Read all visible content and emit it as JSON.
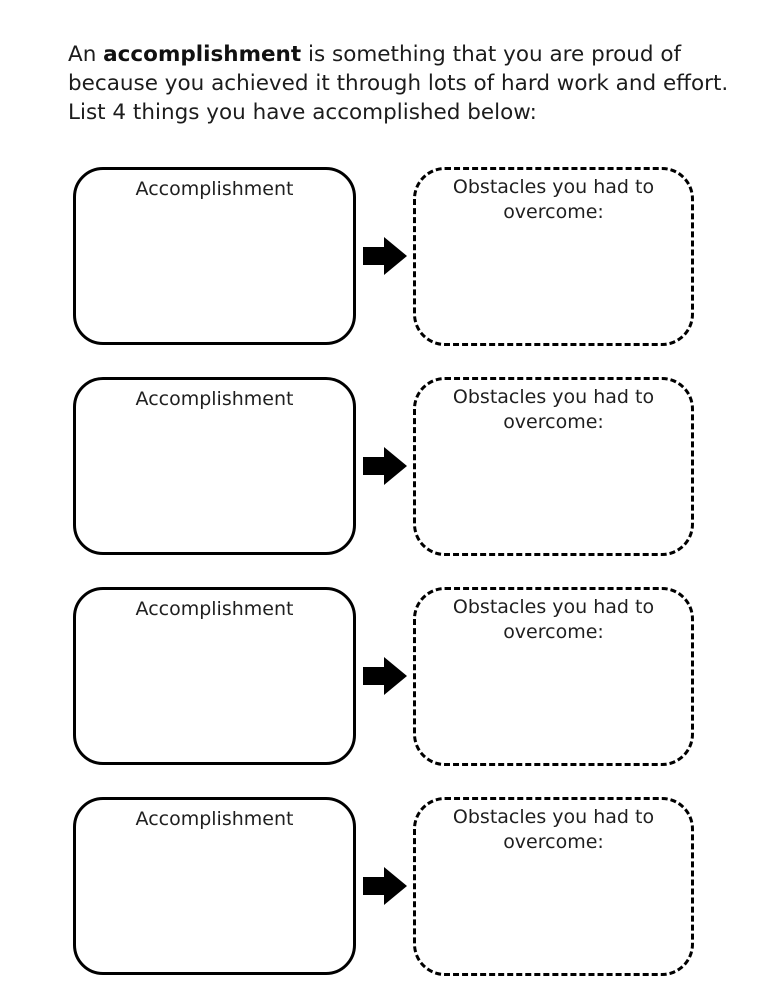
{
  "intro": {
    "before": "An ",
    "bold": "accomplishment",
    "after": " is something that you are proud of because you achieved it through lots of hard work and effort.  List 4 things you have accomplished below:"
  },
  "rows": [
    {
      "accomplishment_label": "Accomplishment",
      "obstacles_label": "Obstacles you had to overcome:"
    },
    {
      "accomplishment_label": "Accomplishment",
      "obstacles_label": "Obstacles you had to overcome:"
    },
    {
      "accomplishment_label": "Accomplishment",
      "obstacles_label": "Obstacles you had to overcome:"
    },
    {
      "accomplishment_label": "Accomplishment",
      "obstacles_label": "Obstacles you had to overcome:"
    }
  ],
  "icons": {
    "arrow": "right-block-arrow"
  },
  "colors": {
    "ink": "#1a1a1a",
    "border": "#000000",
    "background": "#ffffff"
  }
}
